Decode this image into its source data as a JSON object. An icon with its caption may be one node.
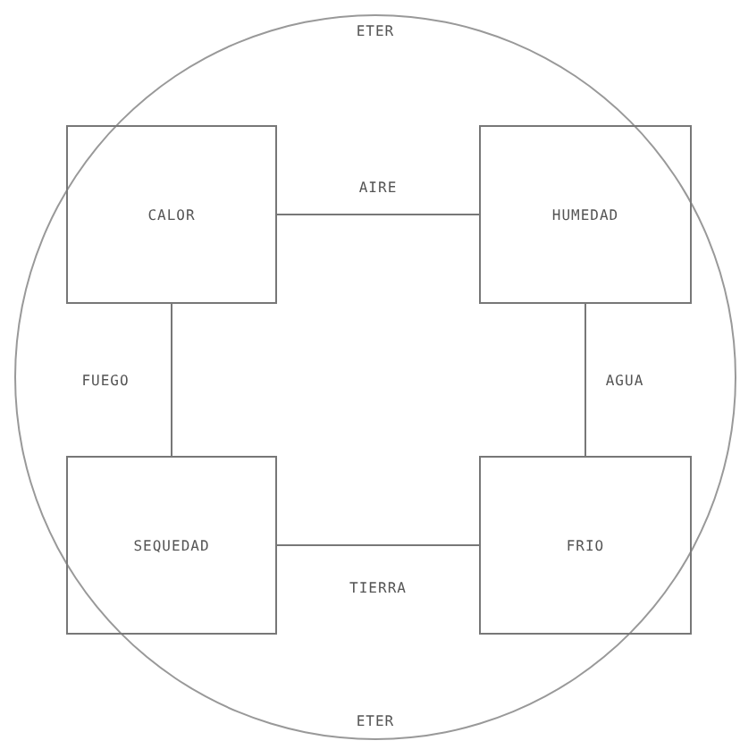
{
  "diagram": {
    "nodes": [
      {
        "text": [
          "ETER",
          "ETER"
        ]
      },
      {
        "text": [
          "CALOR"
        ],
        "in": 0
      },
      {
        "text": [
          "HUMEDAD"
        ],
        "in": 0
      },
      {
        "text": [
          "SEQUEDAD"
        ],
        "in": 0
      },
      {
        "text": [
          "FRIO"
        ],
        "in": 0
      }
    ],
    "edges": [
      {
        "from": 1,
        "to": 2,
        "arrow": "none",
        "label": "AIRE"
      },
      {
        "from": 1,
        "to": 3,
        "arrow": "none",
        "label": "FUEGO"
      },
      {
        "from": 2,
        "to": 4,
        "arrow": "none",
        "label": "AGUA"
      },
      {
        "from": 3,
        "to": 4,
        "arrow": "none",
        "label": "TIERRA"
      }
    ]
  }
}
